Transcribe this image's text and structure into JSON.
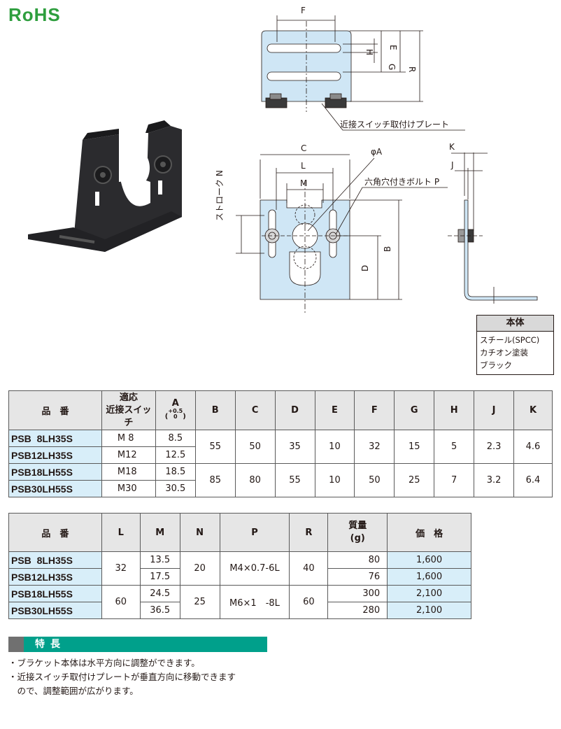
{
  "logo": {
    "text": "RoHS"
  },
  "drawing": {
    "top_view": {
      "dim_F": "F",
      "dim_E": "E",
      "dim_H": "H",
      "dim_G": "G",
      "dim_R": "R",
      "callout": "近接スイッチ取付けプレート"
    },
    "front_view": {
      "dim_C": "C",
      "dim_L": "L",
      "dim_M": "M",
      "dim_phiA": "φA",
      "callout": "六角穴付きボルト P",
      "dim_D": "D",
      "dim_B": "B",
      "stroke": "ストローク N"
    },
    "side_view": {
      "dim_K": "K",
      "dim_J": "J"
    }
  },
  "material": {
    "header": "本体",
    "lines": [
      "スチール(SPCC)",
      "カチオン塗装",
      "ブラック"
    ]
  },
  "table1": {
    "headers": {
      "part": "品　番",
      "switch_l1": "適応",
      "switch_l2": "近接スイッチ",
      "A": "A",
      "A_tol_upper": "+0.5",
      "A_tol_lower": "0",
      "B": "B",
      "C": "C",
      "D": "D",
      "E": "E",
      "F": "F",
      "G": "G",
      "H": "H",
      "J": "J",
      "K": "K"
    },
    "rows": [
      {
        "part": "PSB  8LH35S",
        "switch": "M 8",
        "A": "8.5"
      },
      {
        "part": "PSB12LH35S",
        "switch": "M12",
        "A": "12.5"
      },
      {
        "part": "PSB18LH55S",
        "switch": "M18",
        "A": "18.5"
      },
      {
        "part": "PSB30LH55S",
        "switch": "M30",
        "A": "30.5"
      }
    ],
    "groups": [
      {
        "B": "55",
        "C": "50",
        "D": "35",
        "E": "10",
        "F": "32",
        "G": "15",
        "H": "5",
        "J": "2.3",
        "K": "4.6"
      },
      {
        "B": "85",
        "C": "80",
        "D": "55",
        "E": "10",
        "F": "50",
        "G": "25",
        "H": "7",
        "J": "3.2",
        "K": "6.4"
      }
    ]
  },
  "table2": {
    "headers": {
      "part": "品　番",
      "L": "L",
      "M": "M",
      "N": "N",
      "P": "P",
      "R": "R",
      "mass_l1": "質量",
      "mass_l2": "(g)",
      "price": "価　格"
    },
    "rows": [
      {
        "part": "PSB  8LH35S",
        "M": "13.5",
        "mass": "80",
        "price": "1,600"
      },
      {
        "part": "PSB12LH35S",
        "M": "17.5",
        "mass": "76",
        "price": "1,600"
      },
      {
        "part": "PSB18LH55S",
        "M": "24.5",
        "mass": "300",
        "price": "2,100"
      },
      {
        "part": "PSB30LH55S",
        "M": "36.5",
        "mass": "280",
        "price": "2,100"
      }
    ],
    "groups": [
      {
        "L": "32",
        "N": "20",
        "P": "M4×0.7-6L",
        "R": "40"
      },
      {
        "L": "60",
        "N": "25",
        "P": "M6×1　-8L",
        "R": "60"
      }
    ]
  },
  "features": {
    "title": "特長",
    "items": [
      "・ブラケット本体は水平方向に調整ができます。",
      "・近接スイッチ取付けプレートが垂直方向に移動できます",
      "　ので、調整範囲が広がります。"
    ]
  },
  "colors": {
    "accent": "#00a08b",
    "part_bg": "#d8eef9",
    "drawing_fill": "#cfe6f5",
    "logo": "#2e9e3e"
  }
}
